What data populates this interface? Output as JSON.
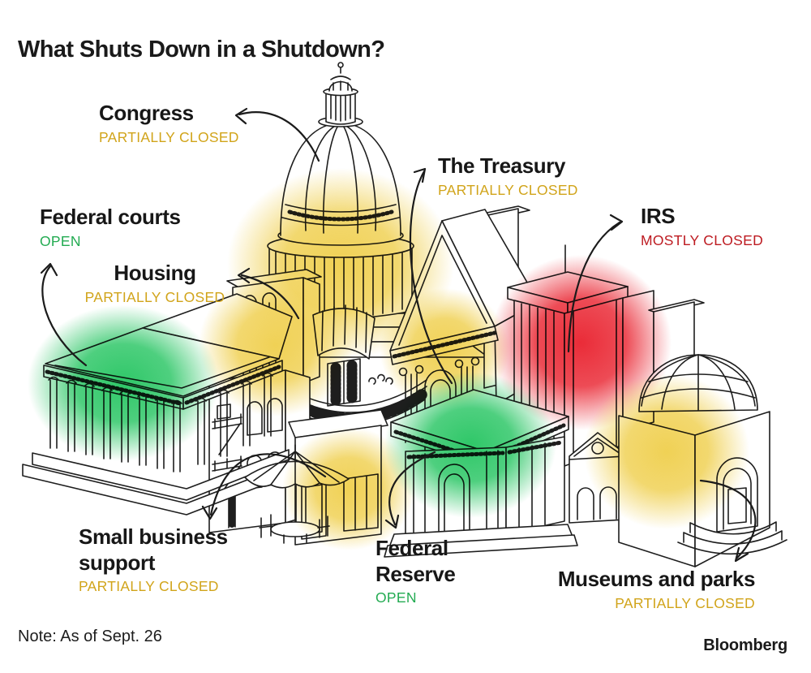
{
  "header": {
    "title": "What Shuts Down in a Shutdown?"
  },
  "footer": {
    "note": "Note: As of Sept. 26",
    "brand": "Bloomberg"
  },
  "colors": {
    "open": "#23ab52",
    "partially_closed": "#d1a41a",
    "mostly_closed": "#bd1b21",
    "ink": "#1a1a1a",
    "glow_yellow": "#f0d155",
    "glow_green": "#2fc768",
    "glow_red": "#ea2c38"
  },
  "annotations": {
    "congress": {
      "label": "Congress",
      "status": "PARTIALLY CLOSED"
    },
    "federal_courts": {
      "label": "Federal courts",
      "status": "OPEN"
    },
    "housing": {
      "label": "Housing",
      "status": "PARTIALLY CLOSED"
    },
    "treasury": {
      "label": "The Treasury",
      "status": "PARTIALLY CLOSED"
    },
    "irs": {
      "label": "IRS",
      "status": "MOSTLY CLOSED"
    },
    "small_business": {
      "label": "Small business support",
      "status": "PARTIALLY CLOSED"
    },
    "federal_reserve": {
      "label": "Federal Reserve",
      "status": "OPEN"
    },
    "museums": {
      "label": "Museums and parks",
      "status": "PARTIALLY CLOSED"
    }
  }
}
